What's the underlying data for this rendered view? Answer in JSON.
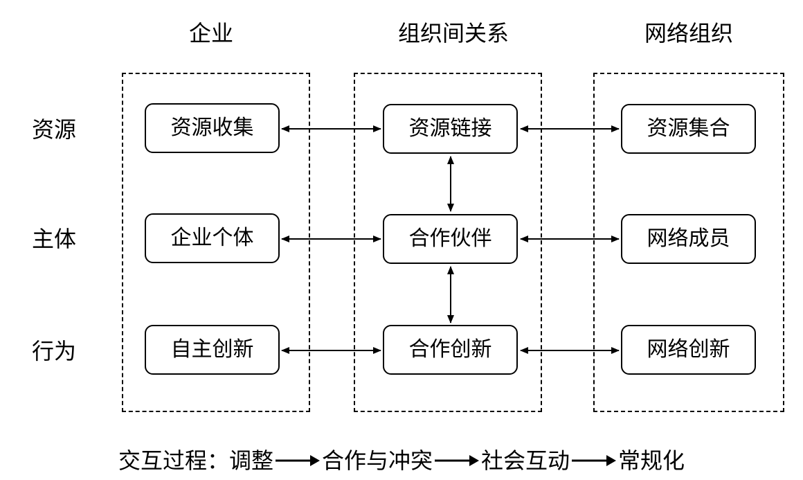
{
  "columns": [
    "企业",
    "组织间关系",
    "网络组织"
  ],
  "rows": [
    "资源",
    "主体",
    "行为"
  ],
  "nodes": {
    "enterprise": [
      "资源收集",
      "企业个体",
      "自主创新"
    ],
    "inter_org": [
      "资源链接",
      "合作伙伴",
      "合作创新"
    ],
    "network": [
      "资源集合",
      "网络成员",
      "网络创新"
    ]
  },
  "footer": {
    "prefix": "交互过程：调整",
    "steps": [
      "合作与冲突",
      "社会互动",
      "常规化"
    ]
  }
}
